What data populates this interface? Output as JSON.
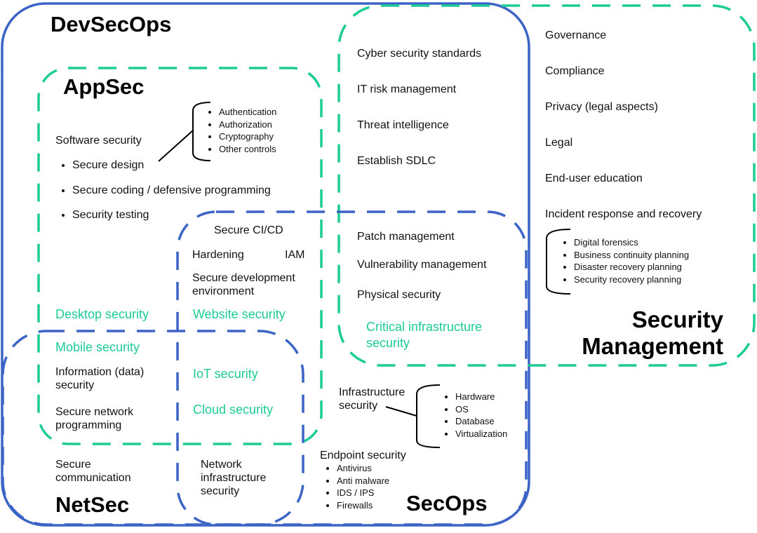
{
  "colors": {
    "blue": "#3b64c6",
    "green": "#1dcc95"
  },
  "devsecops": {
    "title": "DevSecOps"
  },
  "appsec": {
    "title": "AppSec",
    "software_security": "Software security",
    "bullets": [
      "Secure design",
      "Secure coding / defensive programming",
      "Security testing"
    ],
    "controls": [
      "Authentication",
      "Authorization",
      "Cryptography",
      "Other controls"
    ],
    "desktop": "Desktop security",
    "mobile": "Mobile security",
    "information": [
      "Information (data)",
      "security"
    ],
    "network_programming": [
      "Secure network",
      "programming"
    ]
  },
  "shared": {
    "cicd": "Secure CI/CD",
    "hardening": "Hardening",
    "iam": "IAM",
    "dev_env": [
      "Secure development",
      "environment"
    ],
    "website": "Website security",
    "iot": "IoT security",
    "cloud": "Cloud security"
  },
  "netsec": {
    "title": "NetSec",
    "secure_comm": [
      "Secure",
      "communication"
    ],
    "net_infra": [
      "Network",
      "infrastructure",
      "security"
    ]
  },
  "secops": {
    "title": "SecOps",
    "top_items": [
      "Cyber security standards",
      "IT risk management",
      "Threat intelligence",
      "Establish SDLC"
    ],
    "mid_items": [
      "Patch management",
      "Vulnerability management",
      "Physical security"
    ],
    "critical": [
      "Critical infrastructure",
      "security"
    ],
    "infra": [
      "Infrastructure",
      "security"
    ],
    "infra_items": [
      "Hardware",
      "OS",
      "Database",
      "Virtualization"
    ],
    "endpoint": "Endpoint security",
    "endpoint_items": [
      "Antivirus",
      "Anti malware",
      "IDS / IPS",
      "Firewalls"
    ]
  },
  "secmgmt": {
    "title": [
      "Security",
      "Management"
    ],
    "items": [
      "Governance",
      "Compliance",
      "Privacy (legal aspects)",
      "Legal",
      "End-user education",
      "Incident response and recovery"
    ],
    "incident_items": [
      "Digital forensics",
      "Business continuity planning",
      "Disaster recovery planning",
      "Security recovery planning"
    ]
  }
}
